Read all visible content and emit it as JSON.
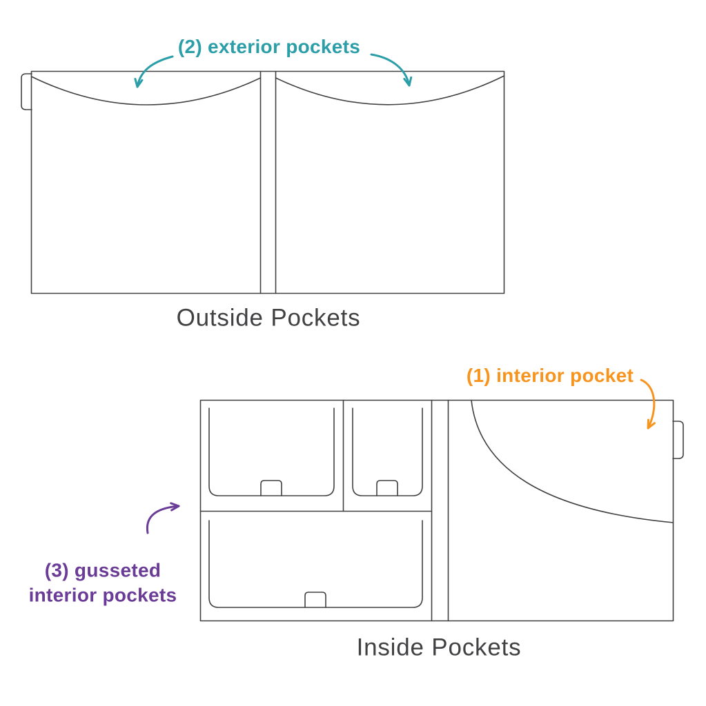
{
  "colors": {
    "teal": "#2b9ea8",
    "orange": "#f7941e",
    "purple": "#6a3c97",
    "line": "#404041",
    "title_text": "#414042",
    "background": "#ffffff"
  },
  "outside_diagram": {
    "annotation": "(2) exterior pockets",
    "title": "Outside Pockets"
  },
  "inside_diagram": {
    "interior_pocket_annotation": "(1) interior pocket",
    "gusseted_annotation_line1": "(3) gusseted",
    "gusseted_annotation_line2": "interior pockets",
    "title": "Inside Pockets"
  }
}
